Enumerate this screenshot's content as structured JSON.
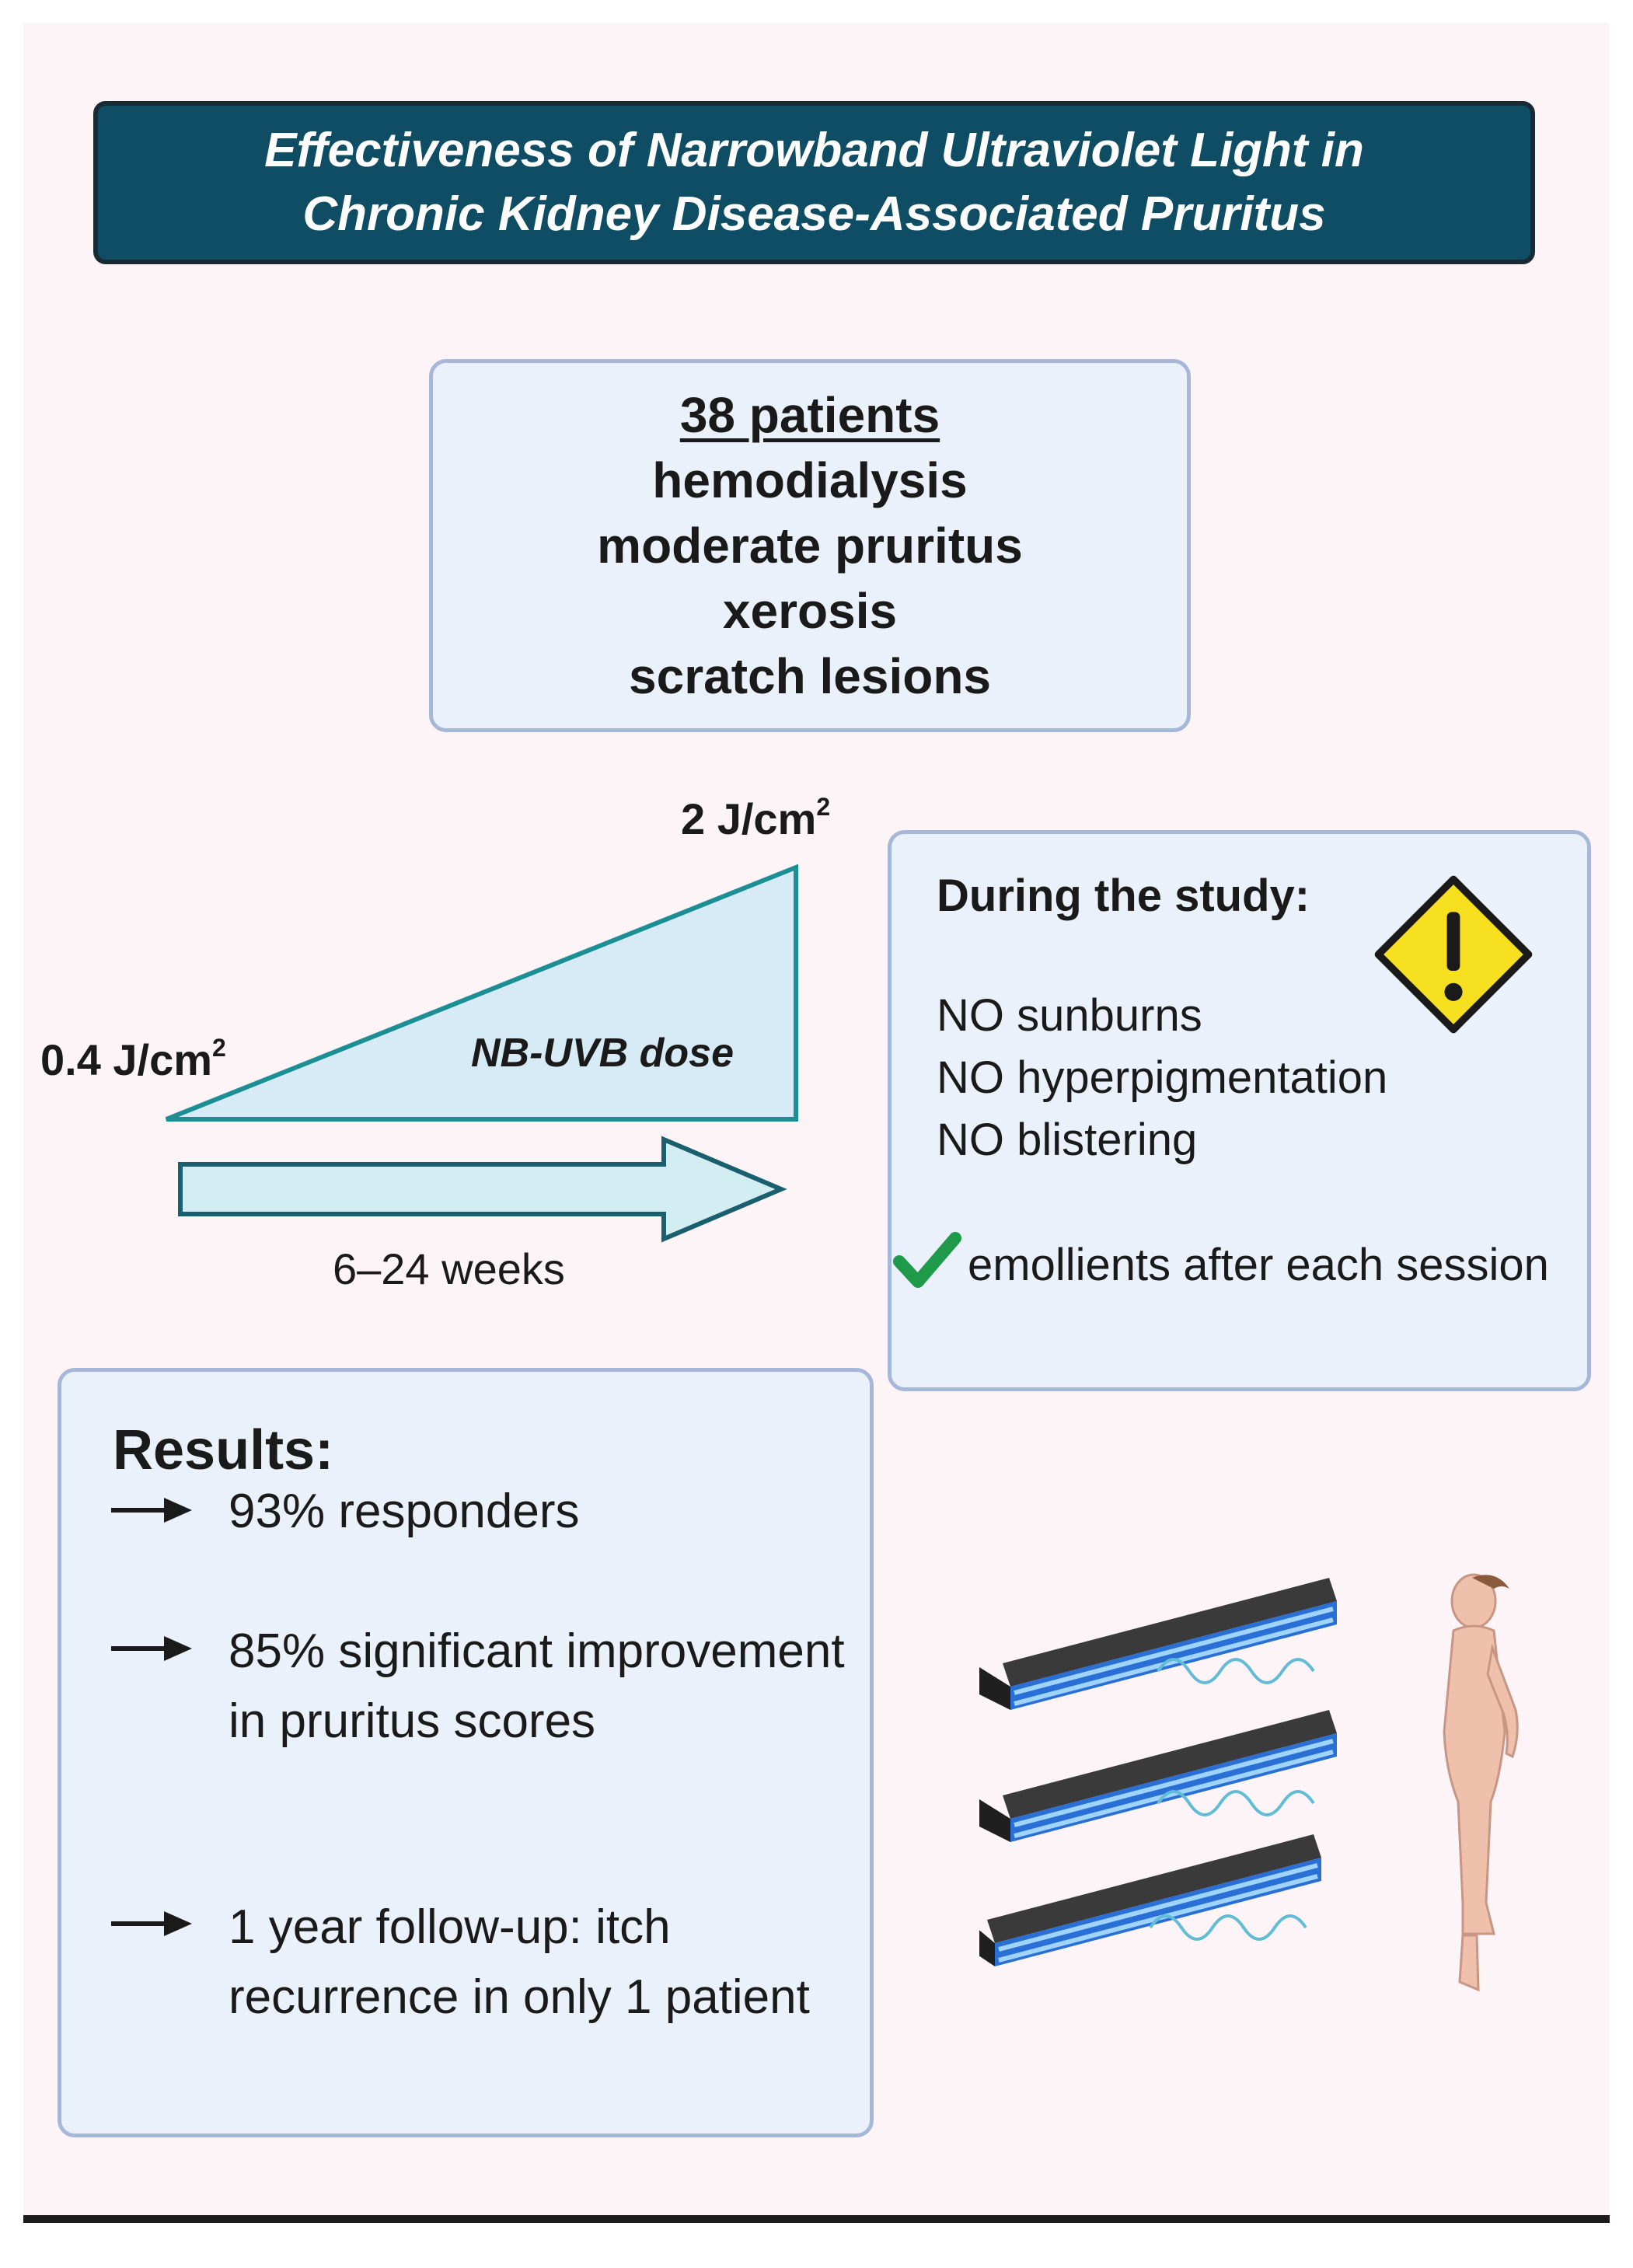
{
  "title": {
    "line1": "Effectiveness of Narrowband Ultraviolet Light in",
    "line2": "Chronic Kidney Disease-Associated Pruritus"
  },
  "patients": {
    "count": "38 patients",
    "items": [
      "hemodialysis",
      "moderate pruritus",
      "xerosis",
      "scratch lesions"
    ]
  },
  "dose": {
    "end_value": "2 J/cm",
    "start_value": "0.4 J/cm",
    "unit_superscript": "2",
    "caption": "NB-UVB  dose",
    "duration": "6–24 weeks"
  },
  "study": {
    "heading": "During the study:",
    "items": [
      "NO sunburns",
      "NO hyperpigmentation",
      "NO blistering"
    ],
    "emollients": "emollients after each session",
    "warning_icon": "warning-icon",
    "check_icon": "checkmark-icon"
  },
  "results": {
    "heading": "Results:",
    "items": [
      "93% responders",
      "85% significant improvement in pruritus scores",
      "1 year follow-up: itch recurrence in only 1 patient"
    ]
  },
  "colors": {
    "title_bg": "#0e4d63",
    "panel_bg": "#eaf1fa",
    "panel_border": "#a6b7d8",
    "triangle_fill": "#d6ebf5",
    "teal_stroke": "#1c8f94",
    "warning_yellow": "#f5df1f",
    "check_green": "#1e9a4a"
  }
}
